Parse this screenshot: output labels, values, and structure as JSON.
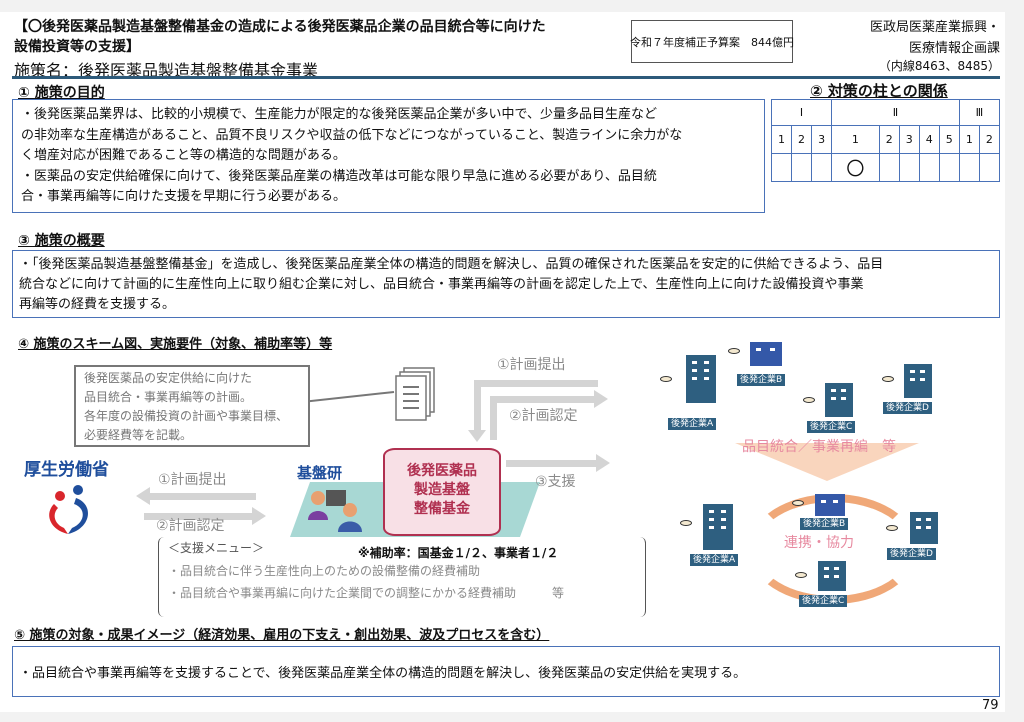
{
  "header": {
    "title_line1": "【〇後発医薬品製造基盤整備基金の造成による後発医薬品企業の品目統合等に向けた",
    "title_line2": "設備投資等の支援】",
    "measure_name": "施策名：後発医薬品製造基盤整備基金事業",
    "budget": "令和７年度補正予算案　844億円",
    "dept_line1": "医政局医薬産業振興・",
    "dept_line2": "医療情報企画課",
    "dept_line3": "（内線8463、8485）"
  },
  "section1": {
    "heading": "①  施策の目的",
    "lines": [
      "・後発医薬品業界は、比較的小規模で、生産能力が限定的な後発医薬品企業が多い中で、少量多品目生産など",
      "の非効率な生産構造があること、品質不良リスクや収益の低下などにつながっていること、製造ラインに余力がな",
      "く増産対応が困難であること等の構造的な問題がある。",
      "・医薬品の安定供給確保に向けて、後発医薬品産業の構造改革は可能な限り早急に進める必要があり、品目統",
      "合・事業再編等に向けた支援を早期に行う必要がある。"
    ]
  },
  "section2": {
    "heading": "②  対策の柱との関係",
    "groups": [
      "Ⅰ",
      "Ⅱ",
      "Ⅲ"
    ],
    "numbers": [
      "1",
      "2",
      "3",
      "1",
      "2",
      "3",
      "4",
      "5",
      "1",
      "2"
    ],
    "marks": [
      "",
      "",
      "",
      "〇",
      "",
      "",
      "",
      "",
      "",
      ""
    ]
  },
  "section3": {
    "heading": "③  施策の概要",
    "lines": [
      "・「後発医薬品製造基盤整備基金」を造成し、後発医薬品産業全体の構造的問題を解決し、品質の確保された医薬品を安定的に供給できるよう、品目",
      "統合などに向けて計画的に生産性向上に取り組む企業に対し、品目統合・事業再編等の計画を認定した上で、生産性向上に向けた設備投資や事業",
      "再編等の経費を支援する。"
    ]
  },
  "section4": {
    "heading": "④  施策のスキーム図、実施要件（対象、補助率等）等",
    "callout": [
      "後発医薬品の安定供給に向けた",
      "品目統合・事業再編等の計画。",
      "各年度の設備投資の計画や事業目標、",
      "必要経費等を記載。"
    ],
    "mhlw": "厚生労働省",
    "kibanken": "基盤研",
    "fund": [
      "後発医薬品",
      "製造基盤",
      "整備基金"
    ],
    "left_submit": "①計画提出",
    "left_approve": "②計画認定",
    "right_submit": "①計画提出",
    "right_approve": "②計画認定",
    "support": "③支援",
    "menu_title": "＜支援メニュー＞",
    "subsidy_rate": "※補助率：国基金１/２、事業者１/２",
    "menu_items": [
      "・品目統合に伴う生産性向上のための設備整備の経費補助",
      "・品目統合や事業再編に向けた企業間での調整にかかる経費補助　　　等"
    ],
    "companies": {
      "a": "後発企業A",
      "b": "後発企業B",
      "c": "後発企業C",
      "d": "後発企業D"
    },
    "consolidation": "品目統合／事業再編　等",
    "cooperation": "連携・協力"
  },
  "section5": {
    "heading": "⑤ 施策の対象・成果イメージ（経済効果、雇用の下支え・創出効果、波及プロセスを含む）",
    "text": "・品目統合や事業再編等を支援することで、後発医薬品産業全体の構造的問題を解決し、後発医薬品の安定供給を実現する。"
  },
  "page_number": "79"
}
